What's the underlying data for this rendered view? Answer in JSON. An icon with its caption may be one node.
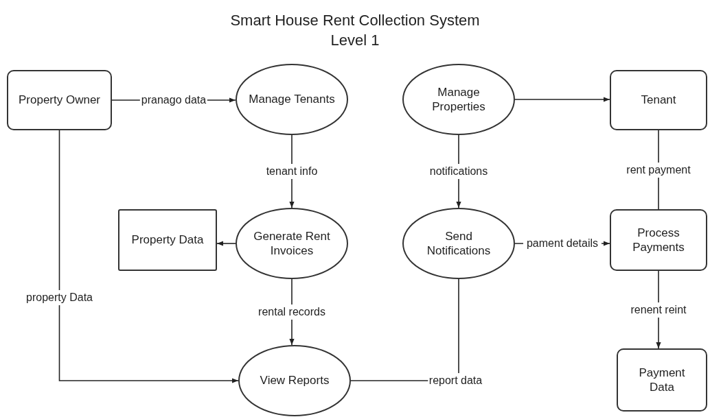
{
  "diagram": {
    "title": "Smart House Rent Collection System Level 1",
    "nodes": [
      {
        "text": [
          "Property Owner"
        ]
      },
      {
        "text": [
          "Manage Tenants"
        ]
      },
      {
        "text": [
          "Manage Properties"
        ]
      },
      {
        "text": [
          "Tenant"
        ]
      },
      {
        "text": [
          "Property Data"
        ]
      },
      {
        "text": [
          "Generate Rent Invoices"
        ]
      },
      {
        "text": [
          "Send Notifications"
        ]
      },
      {
        "text": [
          "Process Payments"
        ]
      },
      {
        "text": [
          "View Reports"
        ]
      },
      {
        "text": [
          "Payment Data"
        ]
      }
    ],
    "edges": [
      {
        "from": 0,
        "to": 1,
        "arrow": "to",
        "label": "pranago data"
      },
      {
        "from": 1,
        "to": 5,
        "arrow": "to",
        "label": "tenant info"
      },
      {
        "from": 5,
        "to": 4,
        "arrow": "to"
      },
      {
        "from": 5,
        "to": 8,
        "arrow": "to",
        "label": "rental records"
      },
      {
        "from": 0,
        "to": 8,
        "arrow": "to",
        "label": "property Data"
      },
      {
        "from": 2,
        "to": 3,
        "arrow": "to"
      },
      {
        "from": 2,
        "to": 6,
        "arrow": "to",
        "label": "notifications"
      },
      {
        "from": 3,
        "to": 7,
        "arrow": "none",
        "label": "rent payment"
      },
      {
        "from": 6,
        "to": 7,
        "arrow": "to",
        "label": "pament details"
      },
      {
        "from": 7,
        "to": 9,
        "arrow": "to",
        "label": "renent reint"
      },
      {
        "from": 6,
        "to": 8,
        "arrow": "none",
        "label": "report data"
      }
    ]
  }
}
